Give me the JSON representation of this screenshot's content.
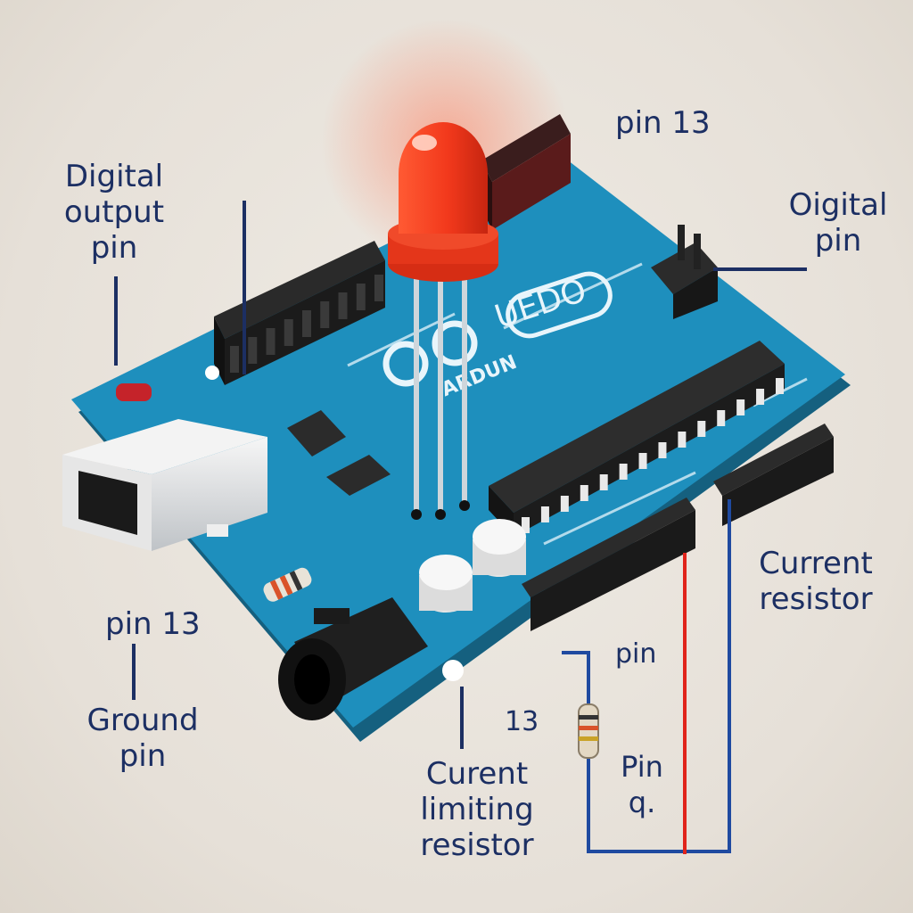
{
  "board": {
    "logo_text": "UEDO",
    "brand_text": "ARDUN"
  },
  "colors": {
    "board": "#1e8fbd",
    "board_edge": "#15607f",
    "led": "#f2391c",
    "wire_red": "#e0241b",
    "wire_blue": "#1f4aa0",
    "label": "#1c2f63"
  },
  "labels": {
    "digital_output_pin": [
      "Digital",
      "output",
      "pin"
    ],
    "pin13_top": "pin 13",
    "digital_pin_right": [
      "Oigital",
      "pin"
    ],
    "pin13_left": "pin 13",
    "ground_pin": [
      "Ground",
      "pin"
    ],
    "current_resistor": [
      "Current",
      "resistor"
    ],
    "pin_mid": "pin",
    "num_13": "13",
    "pin_q": [
      "Pin",
      "q."
    ],
    "current_limiting_resistor": [
      "Curent",
      "limiting",
      "resistor"
    ]
  }
}
